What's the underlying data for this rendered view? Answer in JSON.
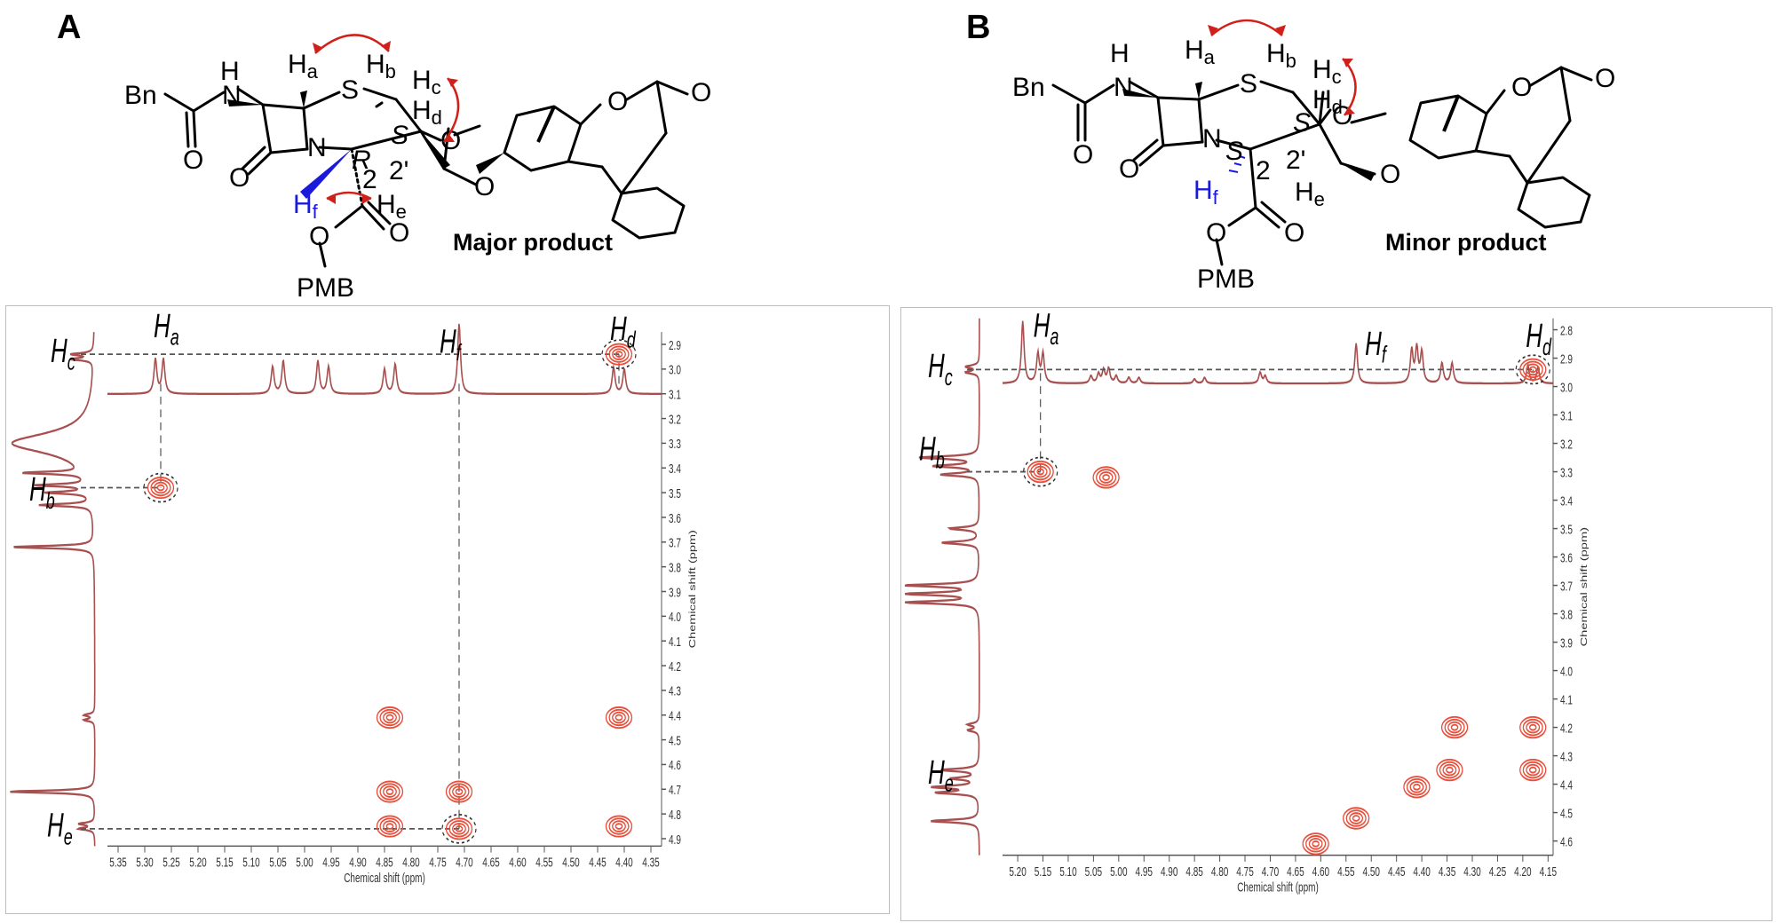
{
  "panels": [
    {
      "label": "A",
      "product_label": "Major product",
      "structure_labels": {
        "substituent": "Bn",
        "nh": "H",
        "n_label": "N",
        "s_label": "S",
        "ha": "H",
        "ha_sub": "a",
        "hb": "H",
        "hb_sub": "b",
        "hc": "H",
        "hc_sub": "c",
        "hd": "H",
        "hd_sub": "d",
        "he": "H",
        "he_sub": "e",
        "hf": "H",
        "hf_sub": "f",
        "stereo_c2": "R",
        "stereo_c2p": "S",
        "pos_2": "2",
        "pos_2p": "2'",
        "ester_group": "PMB",
        "oxygen": "O"
      },
      "spectrum_labels": {
        "top": [
          "Ha",
          "Hf",
          "Hd"
        ],
        "left": [
          "Hc",
          "Hb",
          "He"
        ]
      },
      "chart_data": {
        "type": "scatter",
        "title": "",
        "xlabel": "Chemical shift (ppm)",
        "ylabel": "Chemical shift (ppm)",
        "xlim": [
          5.37,
          4.33
        ],
        "ylim": [
          2.85,
          4.93
        ],
        "x_ticks": [
          "5.35",
          "5.30",
          "5.25",
          "5.20",
          "5.15",
          "5.10",
          "5.05",
          "5.00",
          "4.95",
          "4.90",
          "4.85",
          "4.80",
          "4.75",
          "4.70",
          "4.65",
          "4.60",
          "4.55",
          "4.50",
          "4.45",
          "4.40",
          "4.35"
        ],
        "y_ticks": [
          "2.9",
          "3.0",
          "3.1",
          "3.2",
          "3.3",
          "3.4",
          "3.5",
          "3.6",
          "3.7",
          "3.8",
          "3.9",
          "4.0",
          "4.1",
          "4.2",
          "4.3",
          "4.4",
          "4.5",
          "4.6",
          "4.7",
          "4.8",
          "4.9"
        ],
        "cross_peaks": [
          {
            "x": 4.41,
            "y": 2.94,
            "label": "Hd-Hc"
          },
          {
            "x": 5.27,
            "y": 3.48,
            "label": "Ha-Hb"
          },
          {
            "x": 4.84,
            "y": 4.41
          },
          {
            "x": 4.41,
            "y": 4.41
          },
          {
            "x": 4.84,
            "y": 4.71
          },
          {
            "x": 4.71,
            "y": 4.71
          },
          {
            "x": 4.84,
            "y": 4.85
          },
          {
            "x": 4.71,
            "y": 4.86,
            "label": "Hf-He"
          },
          {
            "x": 4.41,
            "y": 4.85
          }
        ],
        "top_projection_peaks": [
          {
            "x": 5.28,
            "h": 0.42
          },
          {
            "x": 5.265,
            "h": 0.42
          },
          {
            "x": 5.06,
            "h": 0.33
          },
          {
            "x": 5.04,
            "h": 0.4
          },
          {
            "x": 4.975,
            "h": 0.4
          },
          {
            "x": 4.955,
            "h": 0.33
          },
          {
            "x": 4.85,
            "h": 0.3
          },
          {
            "x": 4.83,
            "h": 0.36
          },
          {
            "x": 4.71,
            "h": 0.85
          },
          {
            "x": 4.42,
            "h": 0.32
          },
          {
            "x": 4.4,
            "h": 0.3
          }
        ],
        "left_projection_peaks": [
          {
            "y": 2.94,
            "h": 0.25
          },
          {
            "y": 2.96,
            "h": 0.25
          },
          {
            "y": 3.3,
            "h": 0.95,
            "broad": true
          },
          {
            "y": 3.42,
            "h": 0.7
          },
          {
            "y": 3.47,
            "h": 0.6
          },
          {
            "y": 3.5,
            "h": 0.5
          },
          {
            "y": 3.55,
            "h": 0.6
          },
          {
            "y": 3.72,
            "h": 0.95
          },
          {
            "y": 4.4,
            "h": 0.12
          },
          {
            "y": 4.42,
            "h": 0.12
          },
          {
            "y": 4.71,
            "h": 0.98
          },
          {
            "y": 4.84,
            "h": 0.18
          },
          {
            "y": 4.86,
            "h": 0.18
          }
        ]
      },
      "colors": {
        "spectrum": "#a85050",
        "contour": "#e8503c",
        "arrow": "#d0201a",
        "hf": "#1a1adb"
      }
    },
    {
      "label": "B",
      "product_label": "Minor product",
      "structure_labels": {
        "substituent": "Bn",
        "nh": "H",
        "n_label": "N",
        "s_label": "S",
        "ha": "H",
        "ha_sub": "a",
        "hb": "H",
        "hb_sub": "b",
        "hc": "H",
        "hc_sub": "c",
        "hd": "H",
        "hd_sub": "d",
        "he": "H",
        "he_sub": "e",
        "hf": "H",
        "hf_sub": "f",
        "stereo_c2": "S",
        "stereo_c2p": "S",
        "pos_2": "2",
        "pos_2p": "2'",
        "ester_group": "PMB",
        "oxygen": "O"
      },
      "spectrum_labels": {
        "top": [
          "Ha",
          "Hf",
          "Hd"
        ],
        "left": [
          "Hc",
          "Hb",
          "He"
        ]
      },
      "chart_data": {
        "type": "scatter",
        "title": "",
        "xlabel": "Chemical shift (ppm)",
        "ylabel": "Chemical shift (ppm)",
        "xlim": [
          5.23,
          4.14
        ],
        "ylim": [
          2.76,
          4.65
        ],
        "x_ticks": [
          "5.20",
          "5.15",
          "5.10",
          "5.05",
          "5.00",
          "4.95",
          "4.90",
          "4.85",
          "4.80",
          "4.75",
          "4.70",
          "4.65",
          "4.60",
          "4.55",
          "4.50",
          "4.45",
          "4.40",
          "4.35",
          "4.30",
          "4.25",
          "4.20",
          "4.15"
        ],
        "y_ticks": [
          "2.8",
          "2.9",
          "3.0",
          "3.1",
          "3.2",
          "3.3",
          "3.4",
          "3.5",
          "3.6",
          "3.7",
          "3.8",
          "3.9",
          "4.0",
          "4.1",
          "4.2",
          "4.3",
          "4.4",
          "4.5",
          "4.6"
        ],
        "cross_peaks": [
          {
            "x": 4.18,
            "y": 2.94,
            "label": "Hd-Hc"
          },
          {
            "x": 5.155,
            "y": 3.3,
            "label": "Ha-Hb"
          },
          {
            "x": 5.025,
            "y": 3.32
          },
          {
            "x": 4.335,
            "y": 4.2
          },
          {
            "x": 4.18,
            "y": 4.2
          },
          {
            "x": 4.18,
            "y": 4.35
          },
          {
            "x": 4.345,
            "y": 4.35
          },
          {
            "x": 4.41,
            "y": 4.41
          },
          {
            "x": 4.53,
            "y": 4.52
          },
          {
            "x": 4.61,
            "y": 4.61
          }
        ],
        "top_projection_peaks": [
          {
            "x": 5.19,
            "h": 0.85
          },
          {
            "x": 5.16,
            "h": 0.4
          },
          {
            "x": 5.15,
            "h": 0.4
          },
          {
            "x": 5.055,
            "h": 0.1
          },
          {
            "x": 5.04,
            "h": 0.13
          },
          {
            "x": 5.03,
            "h": 0.18
          },
          {
            "x": 5.02,
            "h": 0.2
          },
          {
            "x": 5.005,
            "h": 0.1
          },
          {
            "x": 4.98,
            "h": 0.08
          },
          {
            "x": 4.96,
            "h": 0.08
          },
          {
            "x": 4.85,
            "h": 0.06
          },
          {
            "x": 4.83,
            "h": 0.08
          },
          {
            "x": 4.72,
            "h": 0.15
          },
          {
            "x": 4.71,
            "h": 0.1
          },
          {
            "x": 4.53,
            "h": 0.55
          },
          {
            "x": 4.42,
            "h": 0.45
          },
          {
            "x": 4.41,
            "h": 0.47
          },
          {
            "x": 4.4,
            "h": 0.42
          },
          {
            "x": 4.36,
            "h": 0.28
          },
          {
            "x": 4.34,
            "h": 0.28
          },
          {
            "x": 4.19,
            "h": 0.25
          },
          {
            "x": 4.17,
            "h": 0.22
          }
        ],
        "left_projection_peaks": [
          {
            "y": 2.93,
            "h": 0.18
          },
          {
            "y": 2.95,
            "h": 0.18
          },
          {
            "y": 3.25,
            "h": 0.8
          },
          {
            "y": 3.28,
            "h": 0.6
          },
          {
            "y": 3.31,
            "h": 0.5
          },
          {
            "y": 3.5,
            "h": 0.4
          },
          {
            "y": 3.55,
            "h": 0.5
          },
          {
            "y": 3.7,
            "h": 0.98
          },
          {
            "y": 3.73,
            "h": 0.98
          },
          {
            "y": 3.76,
            "h": 0.98
          },
          {
            "y": 4.19,
            "h": 0.15
          },
          {
            "y": 4.21,
            "h": 0.15
          },
          {
            "y": 4.35,
            "h": 0.5
          },
          {
            "y": 4.38,
            "h": 0.35
          },
          {
            "y": 4.41,
            "h": 0.6
          },
          {
            "y": 4.43,
            "h": 0.55
          },
          {
            "y": 4.53,
            "h": 0.65
          }
        ]
      },
      "colors": {
        "spectrum": "#a85050",
        "contour": "#e8503c",
        "arrow": "#d0201a",
        "hf": "#1a1adb"
      }
    }
  ]
}
